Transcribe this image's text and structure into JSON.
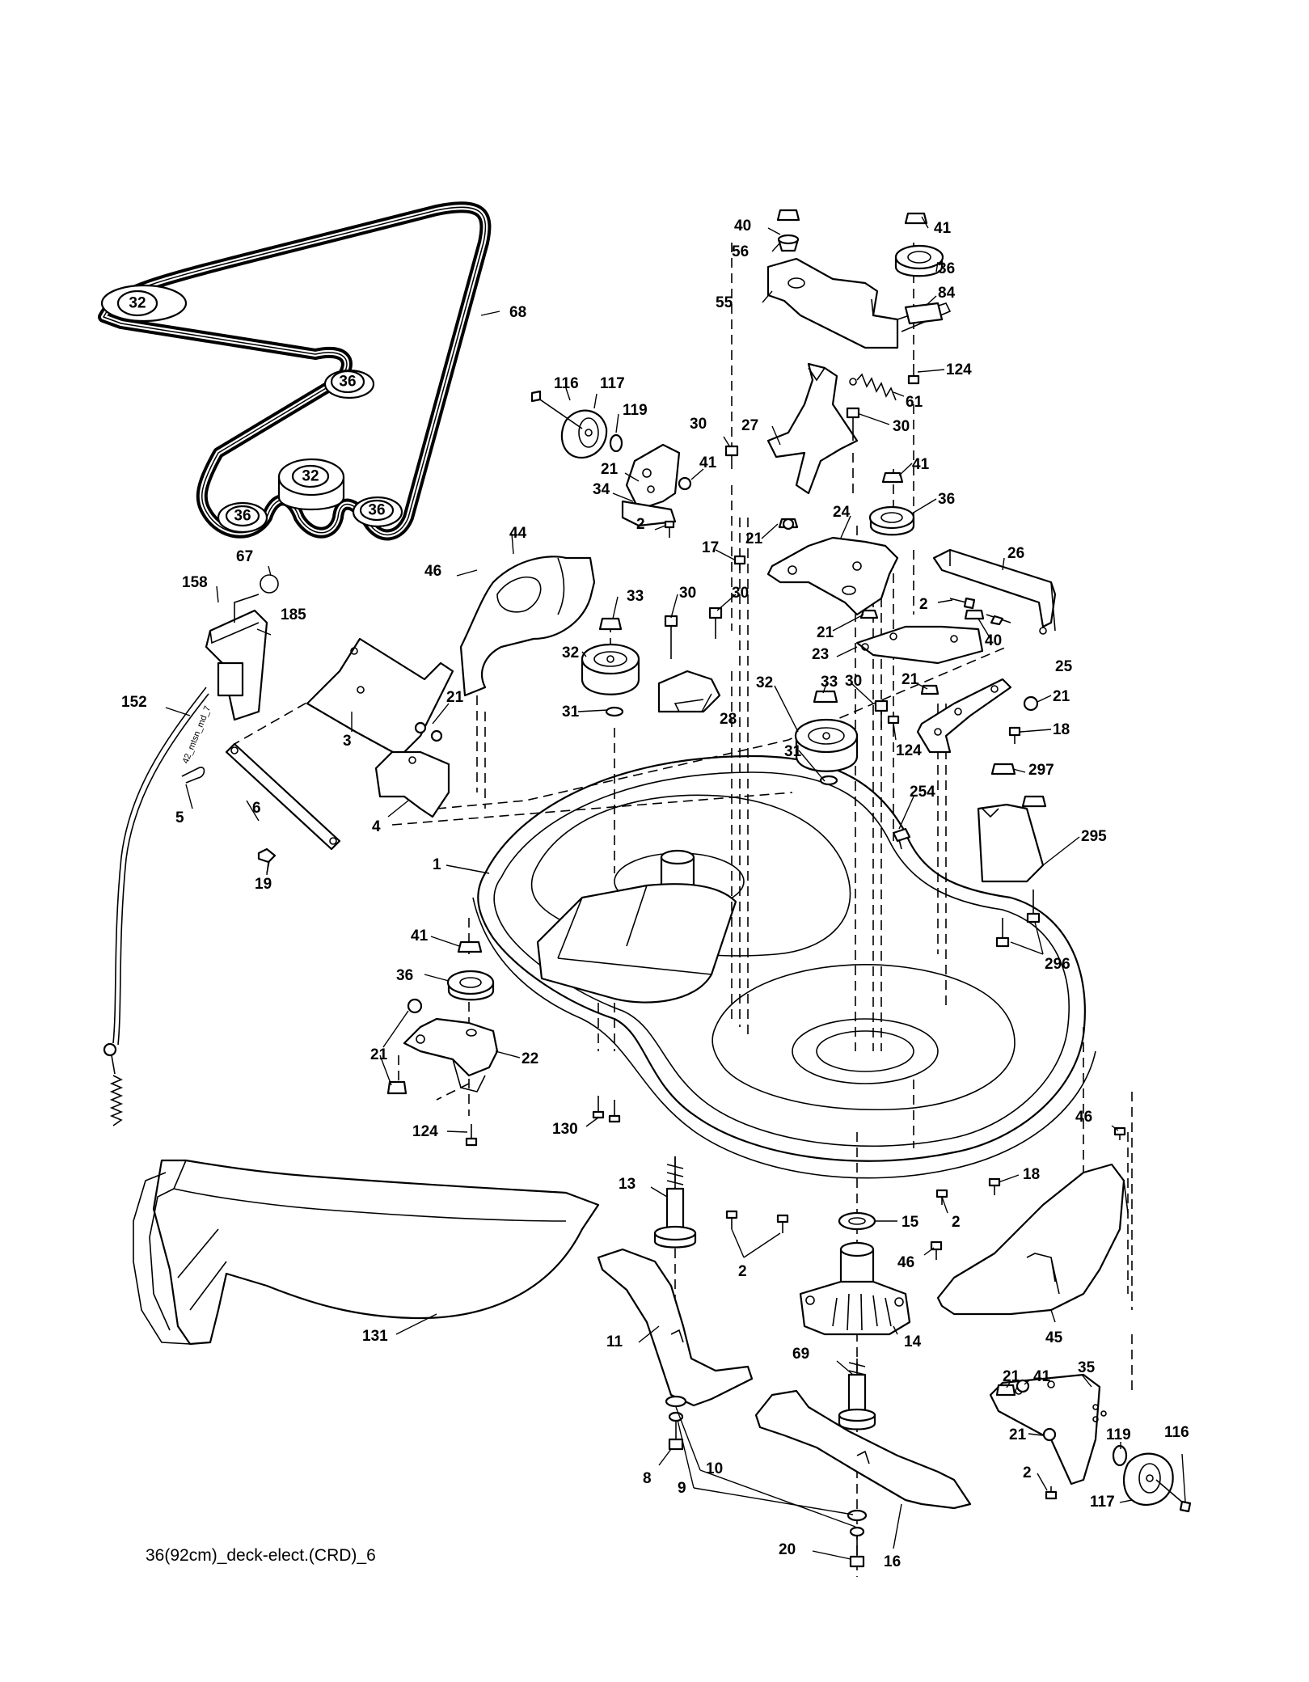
{
  "caption": "36(92cm)_deck-elect.(CRD)_6",
  "cable_stamp": "42_mtsn_md_7",
  "belt": {
    "pulleys": [
      {
        "id": "belt-pulley-32-left",
        "label": "32"
      },
      {
        "id": "belt-pulley-36-upper",
        "label": "36"
      },
      {
        "id": "belt-pulley-32-center",
        "label": "32"
      },
      {
        "id": "belt-pulley-36-lower-left",
        "label": "36"
      },
      {
        "id": "belt-pulley-36-lower-right",
        "label": "36"
      }
    ]
  },
  "callouts": [
    {
      "n": "68"
    },
    {
      "n": "67"
    },
    {
      "n": "158"
    },
    {
      "n": "185"
    },
    {
      "n": "152"
    },
    {
      "n": "3"
    },
    {
      "n": "21"
    },
    {
      "n": "5"
    },
    {
      "n": "6"
    },
    {
      "n": "4"
    },
    {
      "n": "19"
    },
    {
      "n": "46"
    },
    {
      "n": "44"
    },
    {
      "n": "116"
    },
    {
      "n": "117"
    },
    {
      "n": "119"
    },
    {
      "n": "21"
    },
    {
      "n": "34"
    },
    {
      "n": "41"
    },
    {
      "n": "2"
    },
    {
      "n": "30"
    },
    {
      "n": "17"
    },
    {
      "n": "40"
    },
    {
      "n": "56"
    },
    {
      "n": "55"
    },
    {
      "n": "41"
    },
    {
      "n": "36"
    },
    {
      "n": "84"
    },
    {
      "n": "124"
    },
    {
      "n": "61"
    },
    {
      "n": "27"
    },
    {
      "n": "30"
    },
    {
      "n": "41"
    },
    {
      "n": "36"
    },
    {
      "n": "21"
    },
    {
      "n": "24"
    },
    {
      "n": "26"
    },
    {
      "n": "2"
    },
    {
      "n": "40"
    },
    {
      "n": "21"
    },
    {
      "n": "23"
    },
    {
      "n": "33"
    },
    {
      "n": "30"
    },
    {
      "n": "30"
    },
    {
      "n": "32"
    },
    {
      "n": "31"
    },
    {
      "n": "28"
    },
    {
      "n": "33"
    },
    {
      "n": "32"
    },
    {
      "n": "30"
    },
    {
      "n": "21"
    },
    {
      "n": "25"
    },
    {
      "n": "21"
    },
    {
      "n": "18"
    },
    {
      "n": "31"
    },
    {
      "n": "124"
    },
    {
      "n": "297"
    },
    {
      "n": "254"
    },
    {
      "n": "295"
    },
    {
      "n": "1"
    },
    {
      "n": "296"
    },
    {
      "n": "41"
    },
    {
      "n": "36"
    },
    {
      "n": "21"
    },
    {
      "n": "22"
    },
    {
      "n": "124"
    },
    {
      "n": "130"
    },
    {
      "n": "46"
    },
    {
      "n": "18"
    },
    {
      "n": "13"
    },
    {
      "n": "15"
    },
    {
      "n": "2"
    },
    {
      "n": "2"
    },
    {
      "n": "46"
    },
    {
      "n": "45"
    },
    {
      "n": "14"
    },
    {
      "n": "131"
    },
    {
      "n": "11"
    },
    {
      "n": "69"
    },
    {
      "n": "21"
    },
    {
      "n": "41"
    },
    {
      "n": "35"
    },
    {
      "n": "21"
    },
    {
      "n": "119"
    },
    {
      "n": "116"
    },
    {
      "n": "2"
    },
    {
      "n": "117"
    },
    {
      "n": "8"
    },
    {
      "n": "10"
    },
    {
      "n": "9"
    },
    {
      "n": "20"
    },
    {
      "n": "16"
    }
  ]
}
